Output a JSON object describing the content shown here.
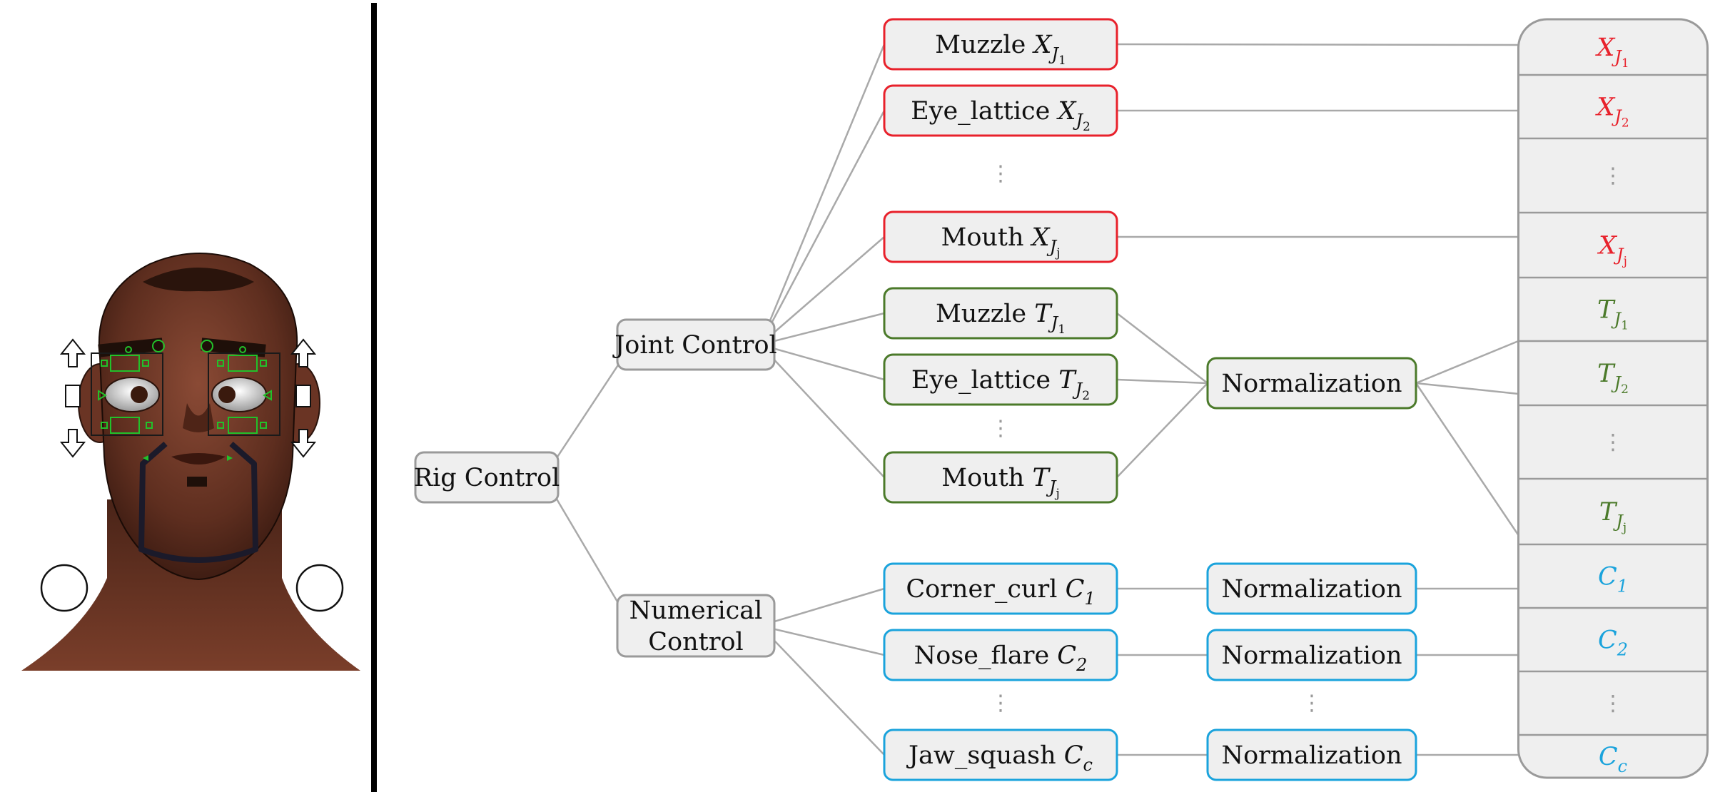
{
  "colors": {
    "red": "#e8212b",
    "green": "#4b7a2a",
    "blue": "#1aa3dc",
    "gray_box_border": "#9a9a9a",
    "box_fill": "#efefef",
    "connector": "#a9a9a9",
    "green_control": "#22c12a"
  },
  "rig": {
    "label": "Rig Control"
  },
  "joint": {
    "label": "Joint Control"
  },
  "numerical": {
    "line1": "Numerical",
    "line2": "Control"
  },
  "joint_x_nodes": [
    {
      "name": "Muzzle",
      "sym": "X",
      "sub": "J",
      "subsub": "1"
    },
    {
      "name": "Eye_lattice",
      "sym": "X",
      "sub": "J",
      "subsub": "2"
    },
    {
      "name": "Mouth",
      "sym": "X",
      "sub": "J",
      "subsub": "j"
    }
  ],
  "joint_t_nodes": [
    {
      "name": "Muzzle",
      "sym": "T",
      "sub": "J",
      "subsub": "1"
    },
    {
      "name": "Eye_lattice",
      "sym": "T",
      "sub": "J",
      "subsub": "2"
    },
    {
      "name": "Mouth",
      "sym": "T",
      "sub": "J",
      "subsub": "j"
    }
  ],
  "numeric_nodes": [
    {
      "name": "Corner_curl",
      "sym": "C",
      "sub": "1"
    },
    {
      "name": "Nose_flare",
      "sym": "C",
      "sub": "2"
    },
    {
      "name": "Jaw_squash",
      "sym": "C",
      "sub": "c"
    }
  ],
  "normalization_label": "Normalization",
  "ellipsis": "⋮",
  "vector_cells": [
    {
      "sym": "X",
      "sub": "J",
      "subsub": "1",
      "group": "red"
    },
    {
      "sym": "X",
      "sub": "J",
      "subsub": "2",
      "group": "red"
    },
    {
      "ellipsis": true
    },
    {
      "sym": "X",
      "sub": "J",
      "subsub": "j",
      "group": "red"
    },
    {
      "sym": "T",
      "sub": "J",
      "subsub": "1",
      "group": "green"
    },
    {
      "sym": "T",
      "sub": "J",
      "subsub": "2",
      "group": "green"
    },
    {
      "ellipsis": true
    },
    {
      "sym": "T",
      "sub": "J",
      "subsub": "j",
      "group": "green"
    },
    {
      "sym": "C",
      "sub": "1",
      "group": "blue"
    },
    {
      "sym": "C",
      "sub": "2",
      "group": "blue"
    },
    {
      "ellipsis": true
    },
    {
      "sym": "C",
      "sub": "c",
      "group": "blue"
    }
  ]
}
